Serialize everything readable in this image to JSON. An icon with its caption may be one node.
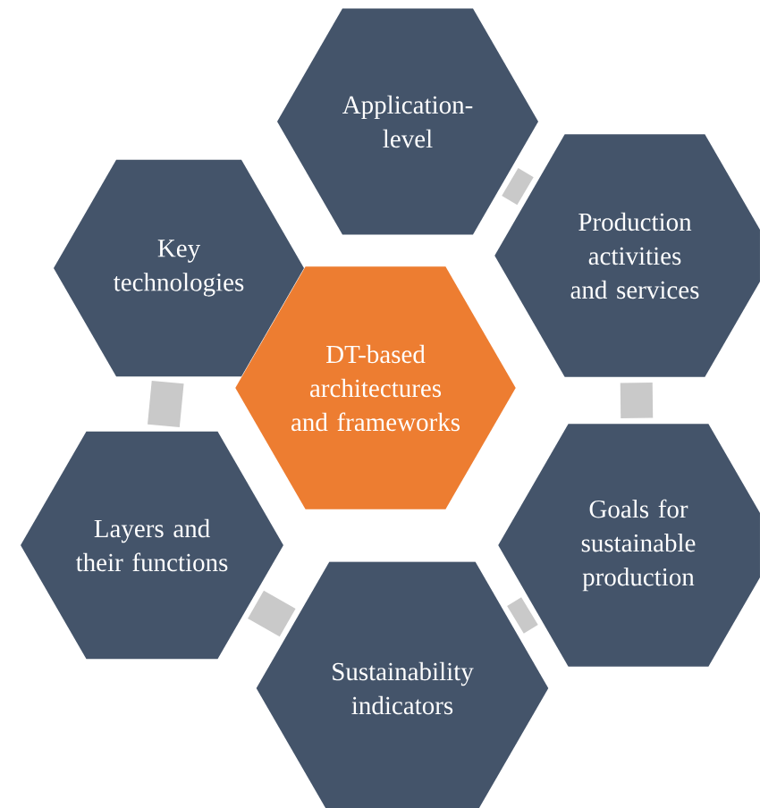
{
  "diagram": {
    "nodes": [
      {
        "text": [
          "Application-level"
        ]
      },
      {
        "text": [
          "Key technologies"
        ]
      },
      {
        "text": [
          "Production activities and services"
        ]
      },
      {
        "text": [
          "DT-based architectures and frameworks"
        ]
      },
      {
        "text": [
          "Layers and their functions"
        ]
      },
      {
        "text": [
          "Goals for sustainable production"
        ]
      },
      {
        "text": [
          "Sustainability indicators"
        ]
      }
    ],
    "edges": [
      {
        "from": 0,
        "to": 2,
        "arrow": "none"
      },
      {
        "from": 2,
        "to": 5,
        "arrow": "none"
      },
      {
        "from": 5,
        "to": 6,
        "arrow": "none"
      },
      {
        "from": 6,
        "to": 4,
        "arrow": "none"
      },
      {
        "from": 4,
        "to": 1,
        "arrow": "none"
      }
    ]
  }
}
